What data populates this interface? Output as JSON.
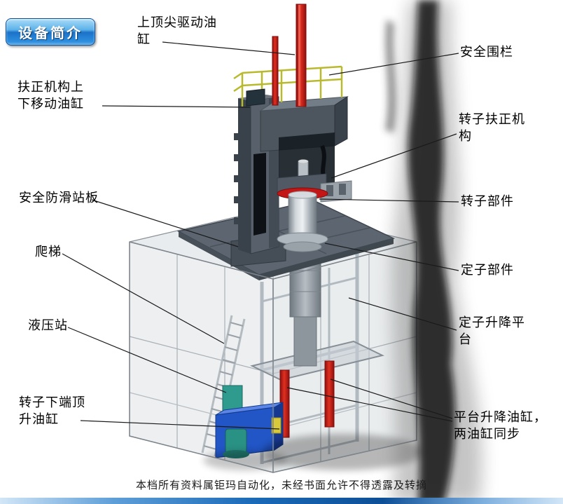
{
  "badge": {
    "label": "设备简介"
  },
  "labels": [
    {
      "name": "top-tip-drive-cylinder",
      "text": "上顶尖驱动油\n缸"
    },
    {
      "name": "safety-fence",
      "text": "安全围栏"
    },
    {
      "name": "centering-updown-cylinder",
      "text": "扶正机构上\n下移动油缸"
    },
    {
      "name": "rotor-centering-mechanism",
      "text": "转子扶正机\n构"
    },
    {
      "name": "anti-slip-deck",
      "text": "安全防滑站板"
    },
    {
      "name": "rotor-component",
      "text": "转子部件"
    },
    {
      "name": "ladder",
      "text": "爬梯"
    },
    {
      "name": "stator-component",
      "text": "定子部件"
    },
    {
      "name": "hydraulic-station",
      "text": "液压站"
    },
    {
      "name": "stator-lift-platform",
      "text": "定子升降平\n台"
    },
    {
      "name": "rotor-bottom-jack-cylinder",
      "text": "转子下端顶\n升油缸"
    },
    {
      "name": "platform-lift-cylinders",
      "text": "平台升降油缸，\n两油缸同步"
    }
  ],
  "footer": {
    "text": "本档所有资料属钜玛自动化，未经书面允许不得透露及转摘"
  },
  "colors": {
    "badge_blue": "#1e88e5",
    "cylinder_red": "#c41414",
    "railing_yellow": "#b9b92e",
    "machine_gray": "#58616b",
    "hydraulic_blue": "#2256c6"
  }
}
